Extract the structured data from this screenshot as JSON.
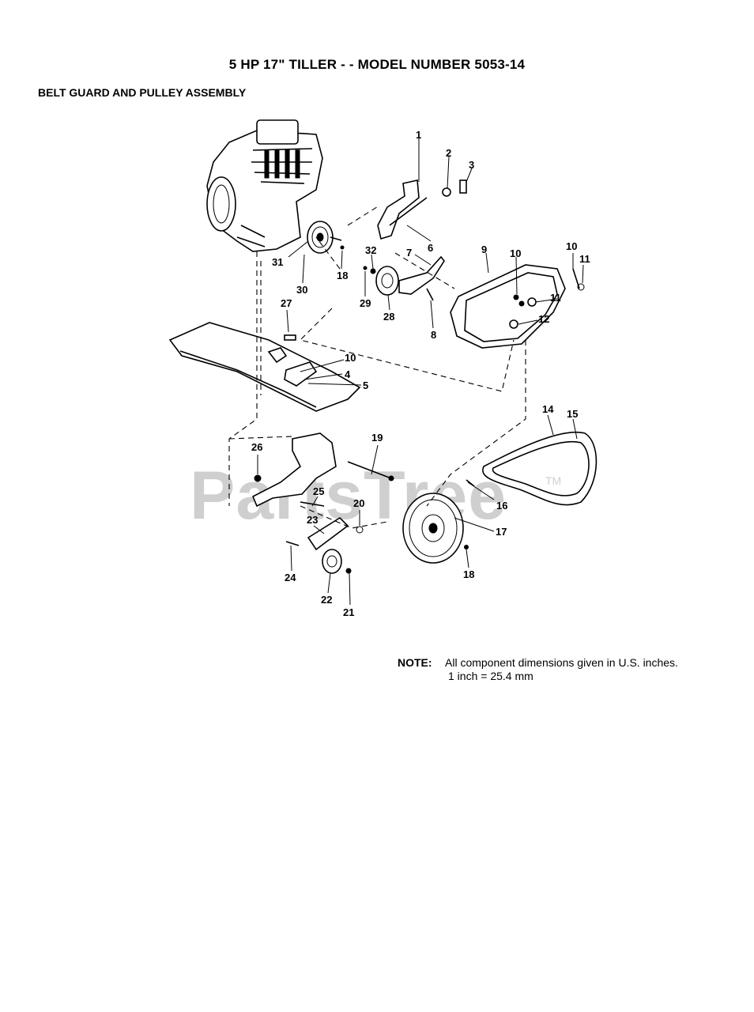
{
  "header": {
    "title": "5 HP  17\"  TILLER - - MODEL NUMBER 5053-14",
    "subtitle": "BELT GUARD AND PULLEY ASSEMBLY"
  },
  "watermark": {
    "text": "PartsTree",
    "tm": "TM"
  },
  "note": {
    "label": "NOTE:",
    "line1": "All component dimensions given in U.S. inches.",
    "line2": "1 inch = 25.4 mm"
  },
  "callouts": [
    "1",
    "2",
    "3",
    "6",
    "7",
    "8",
    "9",
    "10",
    "11",
    "10",
    "11",
    "12",
    "32",
    "29",
    "28",
    "31",
    "30",
    "18",
    "27",
    "10",
    "4",
    "5",
    "19",
    "26",
    "25",
    "20",
    "23",
    "24",
    "22",
    "21",
    "14",
    "15",
    "16",
    "17",
    "18"
  ]
}
